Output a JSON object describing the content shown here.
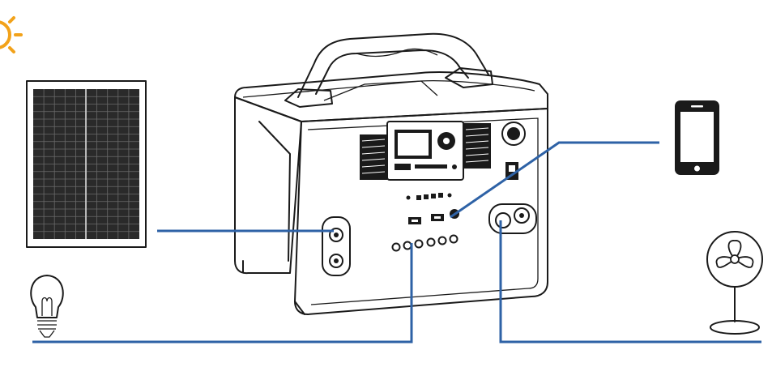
{
  "diagram": {
    "title": "",
    "labels": [],
    "colors": {
      "wire": "#2e62a6",
      "ink": "#1a1a1a",
      "sun": "#f2a21a",
      "panel_cell": "#2a2a2a",
      "background": "#ffffff"
    },
    "components": [
      {
        "id": "sun",
        "icon": "sun-icon"
      },
      {
        "id": "solar-panel",
        "icon": "solar-panel-icon"
      },
      {
        "id": "power-station",
        "icon": "portable-power-station-icon"
      },
      {
        "id": "smartphone",
        "icon": "smartphone-icon"
      },
      {
        "id": "light-bulb",
        "icon": "light-bulb-icon"
      },
      {
        "id": "fan",
        "icon": "fan-icon"
      }
    ],
    "connections": [
      {
        "from": "solar-panel",
        "to": "power-station"
      },
      {
        "from": "smartphone",
        "to": "power-station"
      },
      {
        "from": "light-bulb",
        "to": "power-station"
      },
      {
        "from": "fan",
        "to": "power-station"
      }
    ]
  }
}
